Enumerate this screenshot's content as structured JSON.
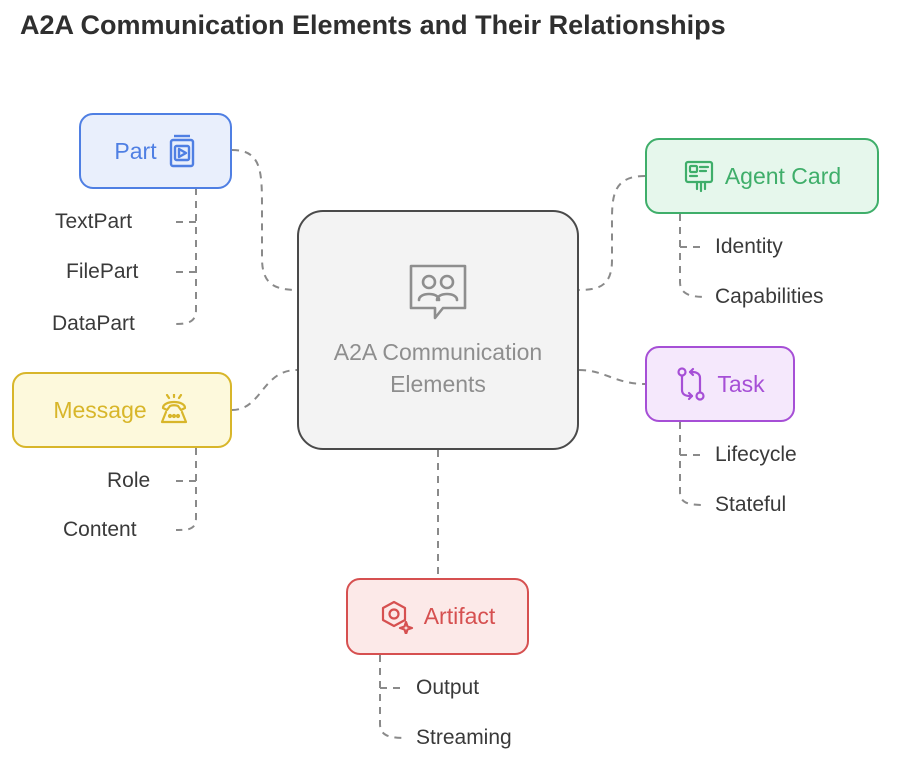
{
  "title": "A2A Communication Elements and Their Relationships",
  "center": {
    "label": "A2A Communication Elements",
    "icon": "people-chat-icon",
    "border_color": "#4a4a4a",
    "fill_color": "#f3f3f3",
    "text_color": "#8e8e8e"
  },
  "nodes": {
    "part": {
      "label": "Part",
      "icon": "media-card-icon",
      "color": "#4f7fe3",
      "fill": "#e9effc",
      "children": [
        "TextPart",
        "FilePart",
        "DataPart"
      ]
    },
    "message": {
      "label": "Message",
      "icon": "switchboard-phone-icon",
      "color": "#d8b62a",
      "fill": "#fdf9dc",
      "children": [
        "Role",
        "Content"
      ]
    },
    "agent_card": {
      "label": "Agent Card",
      "icon": "id-card-hand-icon",
      "color": "#3fae6a",
      "fill": "#e6f7ec",
      "children": [
        "Identity",
        "Capabilities"
      ]
    },
    "task": {
      "label": "Task",
      "icon": "git-compare-icon",
      "color": "#a64fd6",
      "fill": "#f5e8fc",
      "children": [
        "Lifecycle",
        "Stateful"
      ]
    },
    "artifact": {
      "label": "Artifact",
      "icon": "hexagon-sparkle-icon",
      "color": "#d65050",
      "fill": "#fce9e8",
      "children": [
        "Output",
        "Streaming"
      ]
    }
  }
}
